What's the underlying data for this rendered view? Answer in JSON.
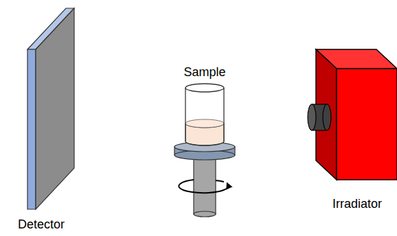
{
  "diagram": {
    "labels": [
      "Sample",
      "Irradiator",
      "Detector"
    ]
  }
}
